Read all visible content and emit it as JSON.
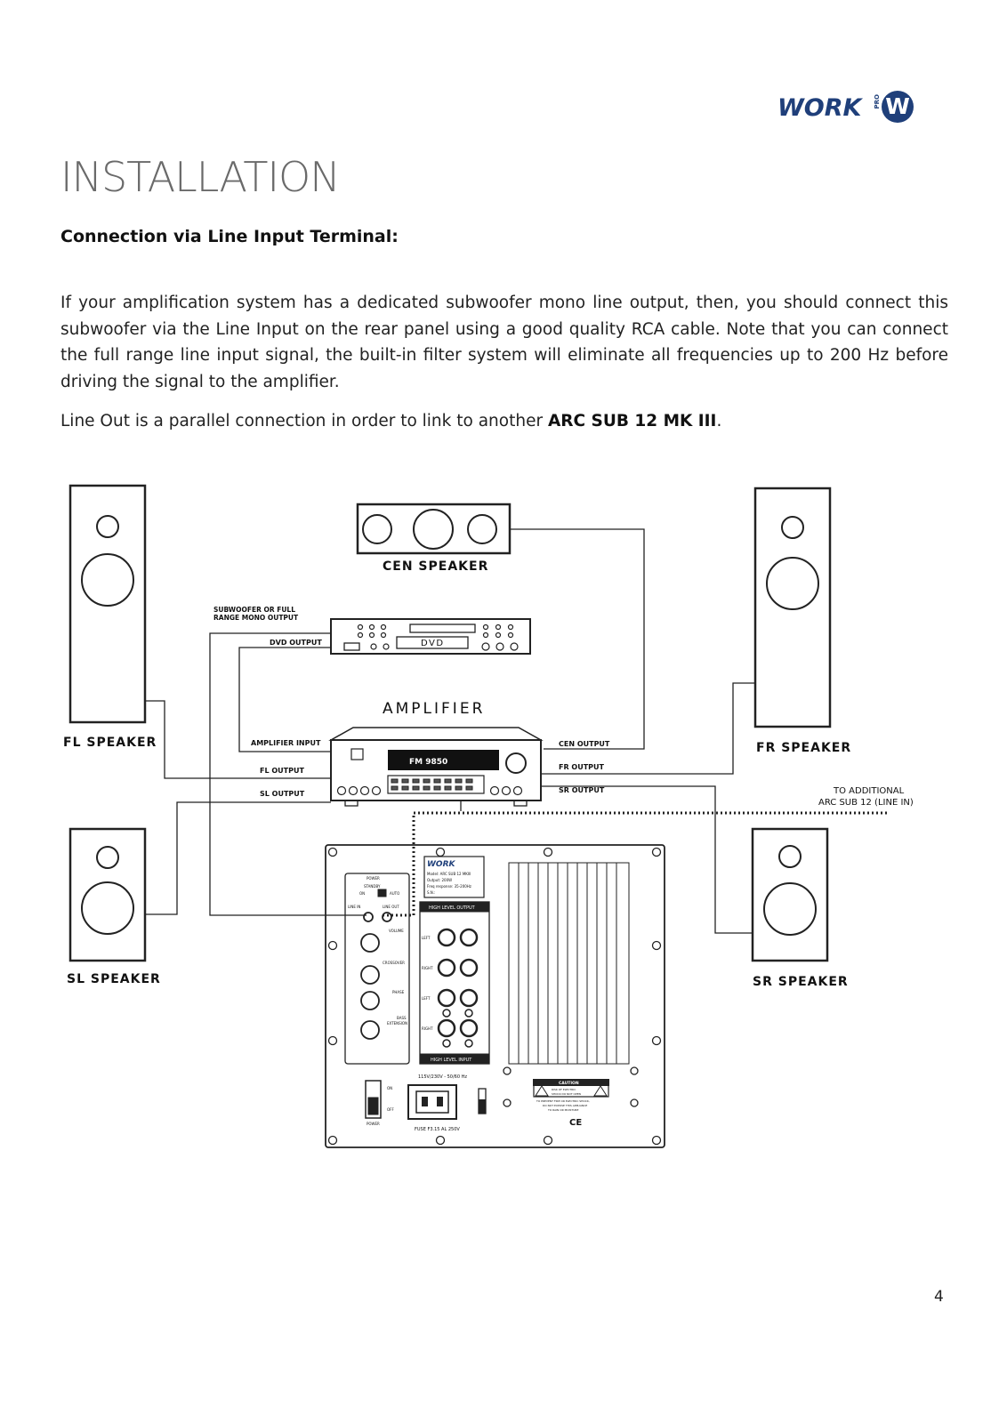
{
  "header": {
    "logo_word": "WORK",
    "logo_pro": "PRO",
    "logo_mark": "W"
  },
  "title": "INSTALLATION",
  "subtitle": "Connection via Line Input Terminal:",
  "paragraph1": "If your amplification system has a dedicated subwoofer mono line output, then, you should connect this subwoofer via the Line Input on the rear panel using a good quality RCA cable. Note that you can connect the full range line input signal, the built-in filter system will eliminate all frequencies up to 200 Hz before driving the signal to the amplifier.",
  "paragraph2": {
    "before": "Line Out is a parallel connection in order to link to another ",
    "bold": "ARC SUB 12 MK III",
    "after": "."
  },
  "diagram": {
    "fl_speaker": "FL SPEAKER",
    "fr_speaker": "FR SPEAKER",
    "sl_speaker": "SL SPEAKER",
    "sr_speaker": "SR SPEAKER",
    "cen_speaker": "CEN SPEAKER",
    "amplifier": "AMPLIFIER",
    "sub_out_line1": "SUBWOOFER OR FULL",
    "sub_out_line2": "RANGE MONO OUTPUT",
    "dvd_output": "DVD OUTPUT",
    "dvd": "DVD",
    "amplifier_input": "AMPLIFIER INPUT",
    "fl_output": "FL OUTPUT",
    "sl_output": "SL OUTPUT",
    "cen_output": "CEN OUTPUT",
    "fr_output": "FR OUTPUT",
    "sr_output": "SR OUTPUT",
    "additional_line1": "TO ADDITIONAL",
    "additional_line2": "ARC SUB 12 (LINE IN)",
    "display_text": "FM 9850",
    "panel_logo": "WORK",
    "panel_model": "Model: ARC SUB 12 MKIII",
    "panel_output": "Output: 200W",
    "panel_freq": "Freq response: 35-200Hz",
    "panel_sn": "S.N.:",
    "power": "POWER",
    "standby": "STANDBY",
    "on": "ON",
    "auto": "AUTO",
    "line_in": "LINE IN",
    "line_out": "LINE OUT",
    "volume": "VOLUME",
    "crossover": "CROSSOVER",
    "phase": "PHASE",
    "bass_ext_line1": "BASS",
    "bass_ext_line2": "EXTENSION",
    "high_level_output": "HIGH  LEVEL  OUTPUT",
    "high_level_input": "HIGH  LEVEL  INPUT",
    "left": "LEFT",
    "right": "RIGHT",
    "voltage": "115V/230V - 50/60 Hz",
    "fuse": "FUSE F3.15 AL 250V",
    "caution": "CAUTION",
    "caution_l1": "RISK OF ELECTRIC",
    "caution_l2": "SHOCK DO NOT OPEN",
    "warning_l1": "TO PREVENT FIRE OR ELECTRIC SHOCK,",
    "warning_l2": "DO NOT EXPOSE THIS APPLIANCE",
    "warning_l3": "TO RAIN OR MOISTURE",
    "switch_on": "ON",
    "switch_off": "OFF",
    "switch_power": "POWER",
    "ce": "CE"
  },
  "page_number": "4"
}
